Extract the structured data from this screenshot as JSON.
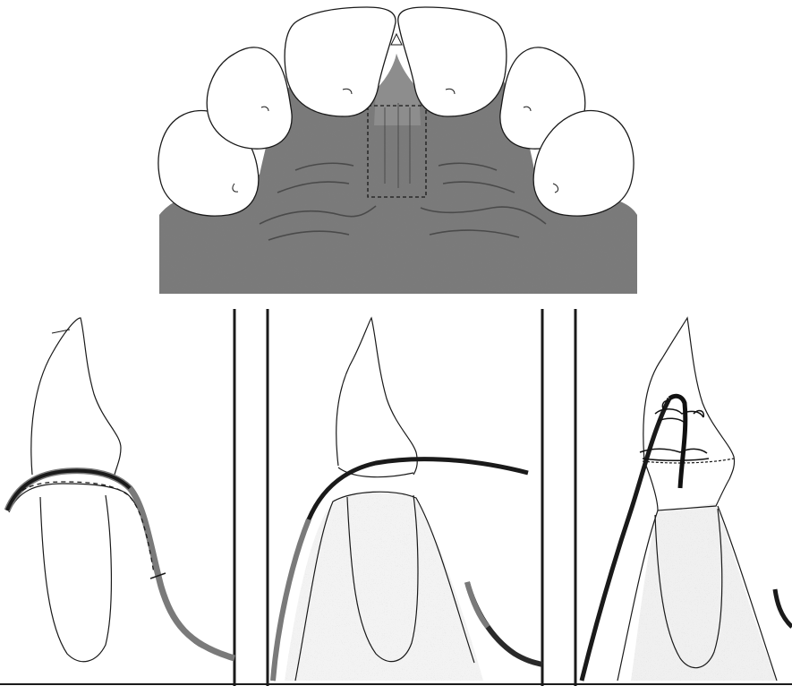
{
  "figure": {
    "colors": {
      "background": "#ffffff",
      "line": "#1a1a1a",
      "tissue_dark": "#6f6f6f",
      "tissue_mid": "#8c8c8c",
      "bone_stipple": "#efefef",
      "flap_gray": "#7a7a7a",
      "suture": "#111111"
    },
    "top_view": {
      "teeth": [
        "canine-left",
        "lateral-incisor-left",
        "central-incisor-left",
        "central-incisor-right",
        "lateral-incisor-right",
        "canine-right"
      ],
      "graft_outline": "dashed-rectangle"
    },
    "panels": [
      "incision",
      "flap-raised",
      "sutured"
    ]
  }
}
